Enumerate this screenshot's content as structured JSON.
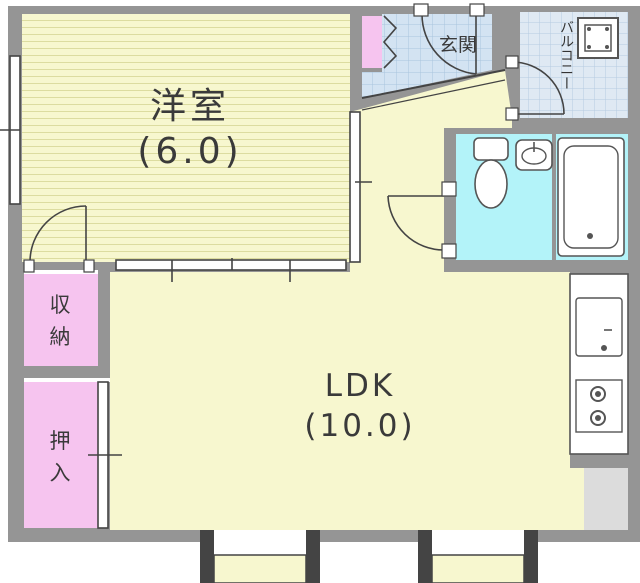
{
  "rooms": {
    "western": {
      "name": "洋室",
      "size": "(6.0)"
    },
    "ldk": {
      "name": "LDK",
      "size": "(10.0)"
    },
    "storage": {
      "name": "収\n納"
    },
    "closet": {
      "name": "押\n入"
    },
    "entrance": {
      "name": "玄関"
    },
    "balcony": {
      "name": "バルコニー"
    }
  },
  "colors": {
    "wall": "#969696",
    "floor_main": "#f7f7cf",
    "tatami_lines": "#d9d99a",
    "closet": "#f6c4ef",
    "entrance_tile": "#cfe0f0",
    "bath": "#b3f3f9",
    "balcony_tile": "#d9e6f2"
  }
}
